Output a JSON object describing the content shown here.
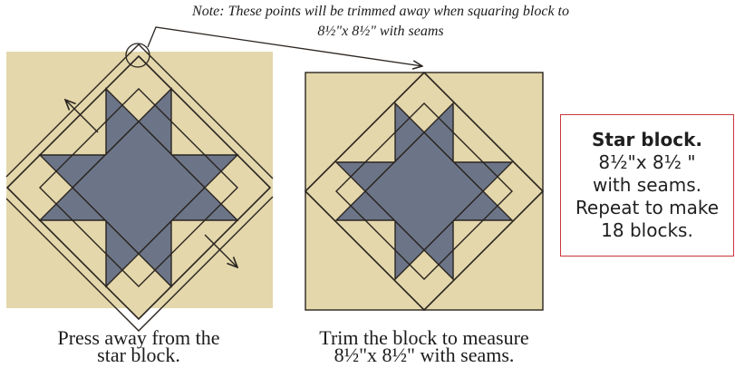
{
  "colors": {
    "background": "#e3d7ab",
    "star": "#6c7588",
    "outline": "#2a2420",
    "box_border": "#c9373a"
  },
  "note": {
    "line1": "Note: These points will be trimmed away when squaring block to",
    "line2": "8½\"x 8½\" with seams"
  },
  "left_block": {
    "caption_line1": "Press away from the",
    "caption_line2": "star block."
  },
  "right_block": {
    "caption_line1": "Trim the block to measure",
    "caption_line2": "8½\"x 8½\" with seams."
  },
  "info_box": {
    "title": "Star block.",
    "line1": "8½\"x 8½ \"",
    "line2": "with seams.",
    "line3": "Repeat to make",
    "line4": "18 blocks."
  }
}
